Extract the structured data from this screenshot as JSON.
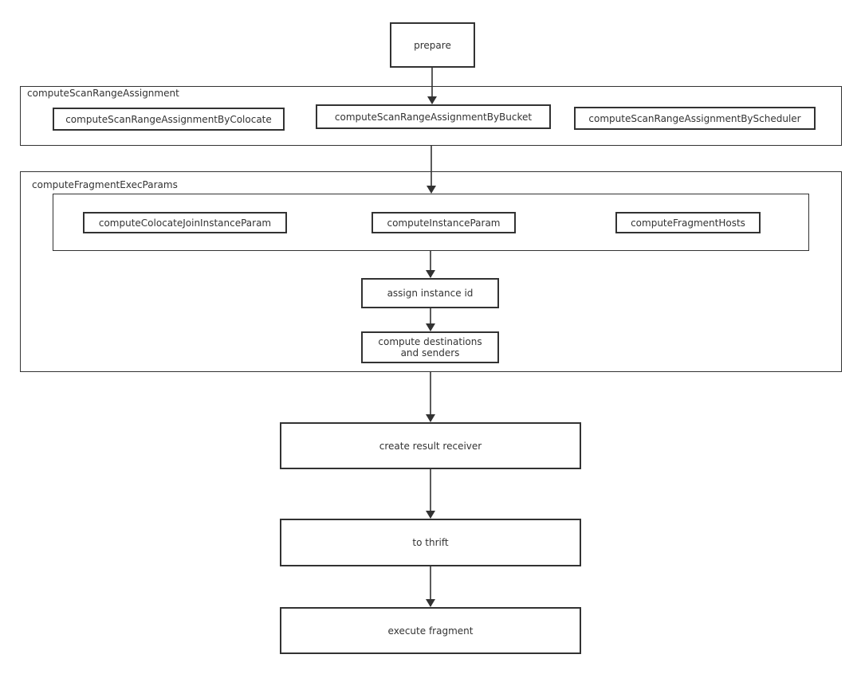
{
  "diagram": {
    "nodes": {
      "prepare": "prepare",
      "scan_range_container": "computeScanRangeAssignment",
      "by_colocate": "computeScanRangeAssignmentByColocate",
      "by_bucket": "computeScanRangeAssignmentByBucket",
      "by_scheduler": "computeScanRangeAssignmentByScheduler",
      "fragment_container": "computeFragmentExecParams",
      "colocate_join_instance_param": "computeColocateJoinInstanceParam",
      "instance_param": "computeInstanceParam",
      "fragment_hosts": "computeFragmentHosts",
      "assign_instance_id": "assign instance id",
      "compute_destinations_line1": "compute destinations",
      "compute_destinations_line2": "and senders",
      "create_result_receiver": "create result receiver",
      "to_thrift": "to thrift",
      "execute_fragment": "execute fragment"
    },
    "colors": {
      "stroke": "#323232",
      "text": "#333333",
      "background": "#ffffff"
    }
  }
}
